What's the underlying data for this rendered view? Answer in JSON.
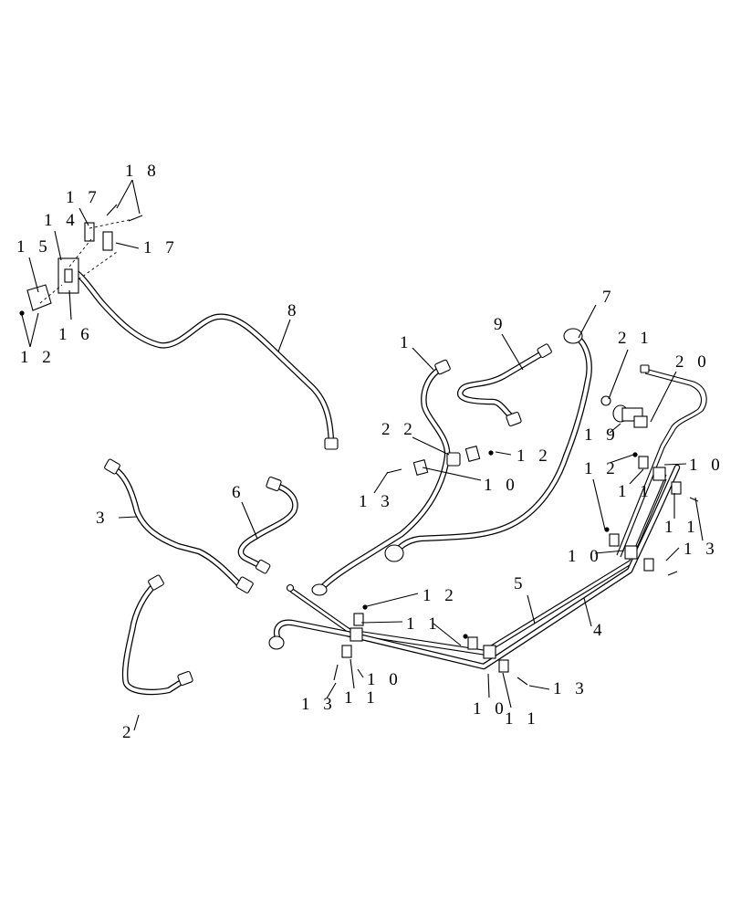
{
  "callouts": [
    {
      "id": "c18",
      "text": "1 8"
    },
    {
      "id": "c17a",
      "text": "1 7"
    },
    {
      "id": "c14",
      "text": "1 4"
    },
    {
      "id": "c17b",
      "text": "1 7"
    },
    {
      "id": "c15",
      "text": "1 5"
    },
    {
      "id": "c16",
      "text": "1 6"
    },
    {
      "id": "c12a",
      "text": "1 2"
    },
    {
      "id": "c8",
      "text": "8"
    },
    {
      "id": "c7",
      "text": "7"
    },
    {
      "id": "c1",
      "text": "1"
    },
    {
      "id": "c9",
      "text": "9"
    },
    {
      "id": "c21",
      "text": "2 1"
    },
    {
      "id": "c20",
      "text": "2 0"
    },
    {
      "id": "c19",
      "text": "1 9"
    },
    {
      "id": "c22",
      "text": "2 2"
    },
    {
      "id": "c12b",
      "text": "1 2"
    },
    {
      "id": "c10a",
      "text": "1 0"
    },
    {
      "id": "c13a",
      "text": "1 3"
    },
    {
      "id": "c12c",
      "text": "1 2"
    },
    {
      "id": "c10b",
      "text": "1 0"
    },
    {
      "id": "c11a",
      "text": "1 1"
    },
    {
      "id": "c3",
      "text": "3"
    },
    {
      "id": "c6",
      "text": "6"
    },
    {
      "id": "c11b",
      "text": "1 1"
    },
    {
      "id": "c13b",
      "text": "1 3"
    },
    {
      "id": "c10c",
      "text": "1 0"
    },
    {
      "id": "c5",
      "text": "5"
    },
    {
      "id": "c12d",
      "text": "1 2"
    },
    {
      "id": "c4",
      "text": "4"
    },
    {
      "id": "c11c",
      "text": "1 1"
    },
    {
      "id": "c10d",
      "text": "1 0"
    },
    {
      "id": "c13c",
      "text": "1 3"
    },
    {
      "id": "c11d",
      "text": "1 1"
    },
    {
      "id": "c10e",
      "text": "1 0"
    },
    {
      "id": "c11e",
      "text": "1 1"
    },
    {
      "id": "c13d",
      "text": "1 3"
    },
    {
      "id": "c2",
      "text": "2"
    }
  ]
}
